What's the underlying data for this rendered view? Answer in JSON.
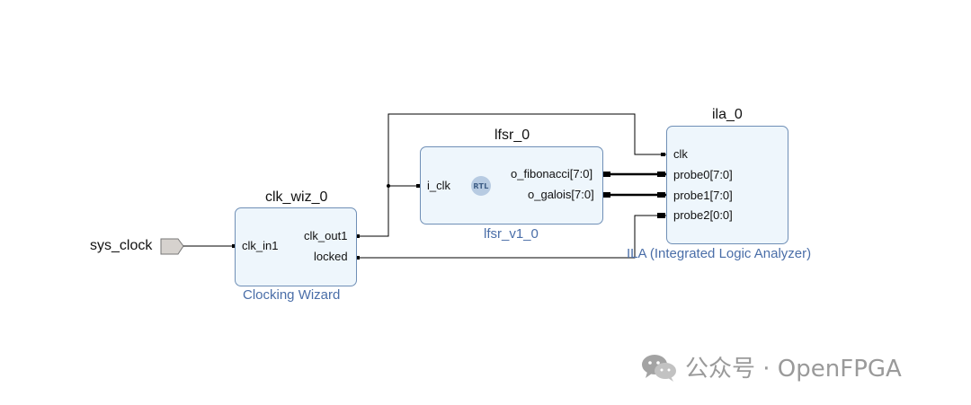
{
  "external_port": {
    "label": "sys_clock"
  },
  "blocks": {
    "clk_wiz": {
      "name": "clk_wiz_0",
      "subtitle": "Clocking Wizard",
      "inputs": [
        "clk_in1"
      ],
      "outputs": [
        "clk_out1",
        "locked"
      ]
    },
    "lfsr": {
      "name": "lfsr_0",
      "subtitle": "lfsr_v1_0",
      "badge": "RTL",
      "inputs": [
        "i_clk"
      ],
      "outputs": [
        "o_fibonacci[7:0]",
        "o_galois[7:0]"
      ]
    },
    "ila": {
      "name": "ila_0",
      "subtitle": "ILA (Integrated Logic Analyzer)",
      "inputs": [
        "clk",
        "probe0[7:0]",
        "probe1[7:0]",
        "probe2[0:0]"
      ]
    }
  },
  "watermark": {
    "text": "公众号 · OpenFPGA",
    "icon": "wechat-icon"
  },
  "colors": {
    "block_fill": "#eef6fc",
    "block_border": "#6f8fb6",
    "subtitle": "#4a6ea8",
    "wire": "#000000",
    "port_fill": "#d6d2ce"
  }
}
